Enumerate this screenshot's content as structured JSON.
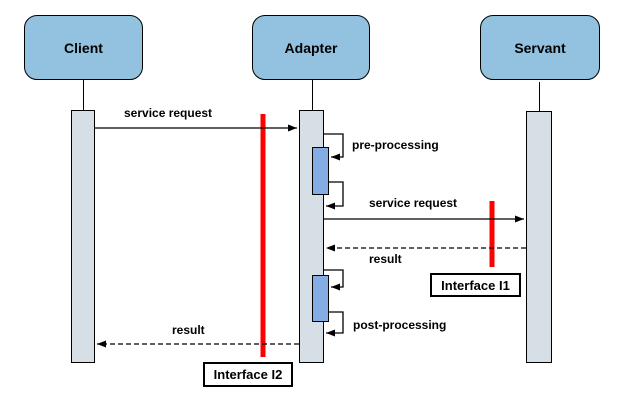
{
  "participants": [
    {
      "label": "Client"
    },
    {
      "label": "Adapter"
    },
    {
      "label": "Servant"
    }
  ],
  "messages": {
    "service_request_1": "service request",
    "pre_processing": "pre-processing",
    "service_request_2": "service request",
    "result_1": "result",
    "post_processing": "post-processing",
    "result_2": "result"
  },
  "interfaces": {
    "i1": "Interface I1",
    "i2": "Interface I2"
  },
  "colors": {
    "participant_fill": "#92C2E0",
    "activation_fill": "#D6DFE6",
    "nested_activation_fill": "#84ADE4",
    "interface_line": "#FF0000",
    "line": "#000000"
  }
}
